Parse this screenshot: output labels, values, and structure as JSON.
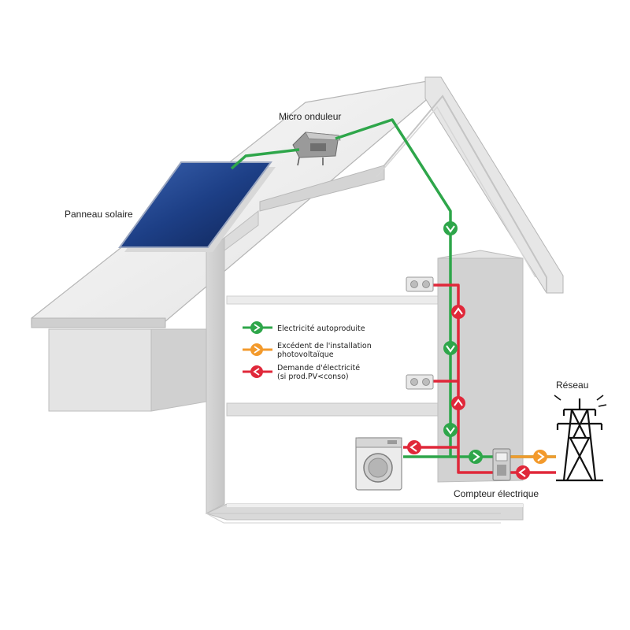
{
  "labels": {
    "micro_inverter": "Micro onduleur",
    "solar_panel": "Panneau solaire",
    "grid": "Réseau",
    "meter": "Compteur électrique"
  },
  "legend": [
    {
      "line1": "Electricité autoproduite",
      "line2": "",
      "color": "#2ea64a"
    },
    {
      "line1": "Excédent de l'installation",
      "line2": "photovoltaïque",
      "color": "#f39a2c"
    },
    {
      "line1": "Demande d'électricité",
      "line2": "(si prod.PV<conso)",
      "color": "#e0283a"
    }
  ],
  "colors": {
    "self_produced": "#2ea64a",
    "surplus": "#f39a2c",
    "demand": "#e0283a",
    "panel": "#1d3f86"
  }
}
